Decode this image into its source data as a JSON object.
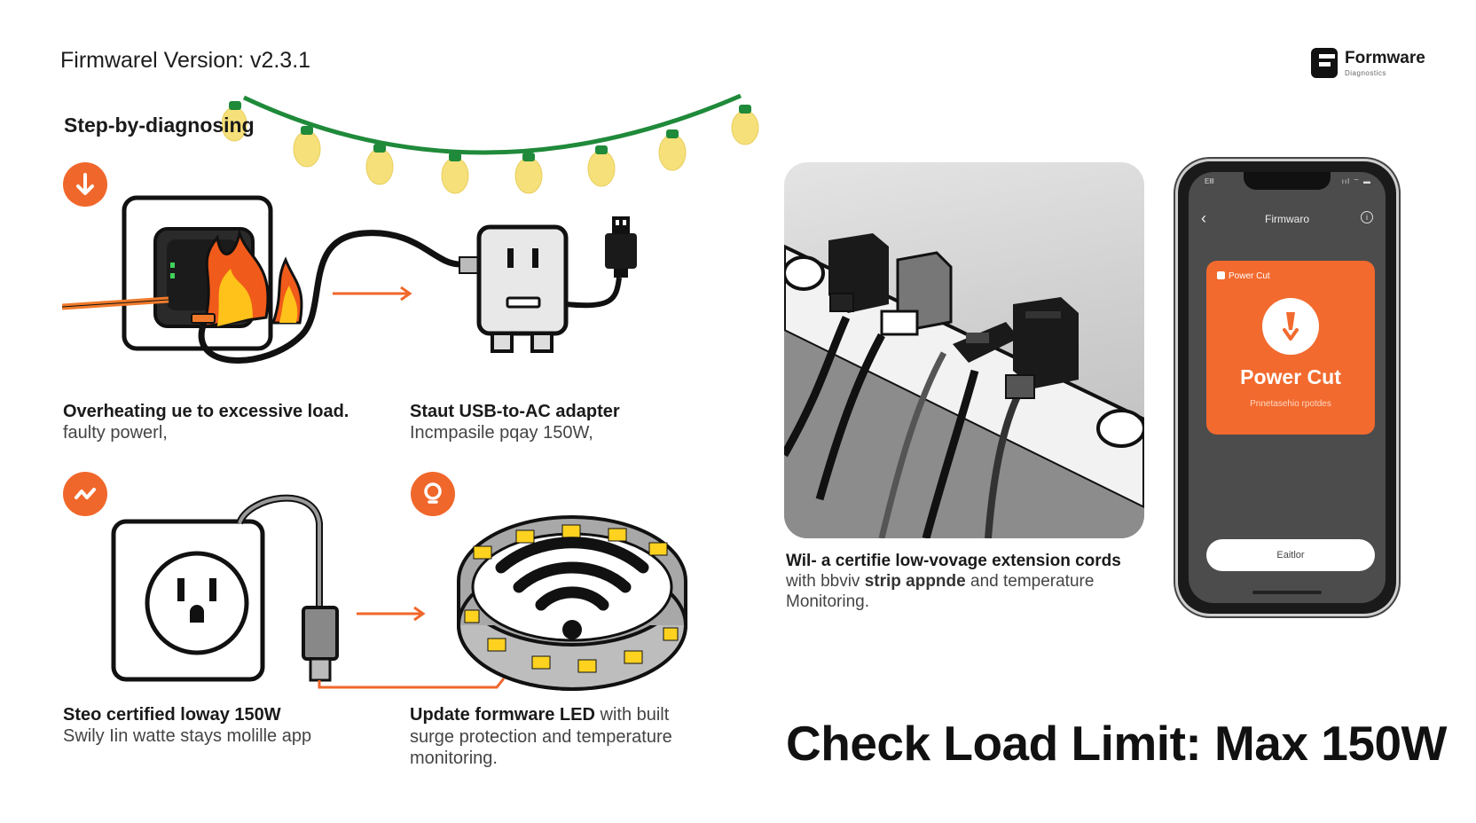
{
  "header": {
    "version_text": "Firmwarel Version: v2.3.1",
    "brand_name": "Formware",
    "brand_sub": "Diagnostics"
  },
  "section_title": "Step-by-diagnosing",
  "steps": [
    {
      "title": "Overheating ue to excessive load.",
      "body": "faulty powerl,",
      "badge_icon": "arrow-down-icon"
    },
    {
      "title": "Staut USB-to-AC adapter",
      "body": "Incmpasile pqay 150W,",
      "badge_icon": null
    },
    {
      "title": "Steo certified loway 150W",
      "body": "Swily Iin watte stays molille app",
      "badge_icon": "wave-icon"
    },
    {
      "title": "Update formware LED",
      "title_suffix": " with built",
      "body_lines": [
        "surge protection and temperature",
        "monitoring."
      ],
      "badge_icon": "bulb-icon"
    }
  ],
  "power_strip_caption": {
    "title": "Wil- a certifie low-vovage extension cords",
    "line2_prefix": "with bbviv ",
    "line2_bold": "strip appnde",
    "line2_suffix": " and temperature",
    "line3": "Monitoring."
  },
  "phone": {
    "status_left": "Elll",
    "status_right": "ııl ⌔ ▬",
    "app_title": "Firmwaro",
    "card_tag": "Power Cut",
    "card_title": "Power Cut",
    "card_subtitle": "Pnnetasehio rpotdes",
    "button_label": "Eaitlor"
  },
  "headline": "Check Load Limit: Max 150W",
  "colors": {
    "accent": "#f0672b",
    "string_green": "#1f8a3a",
    "bulb_yellow": "#f6e07a"
  }
}
